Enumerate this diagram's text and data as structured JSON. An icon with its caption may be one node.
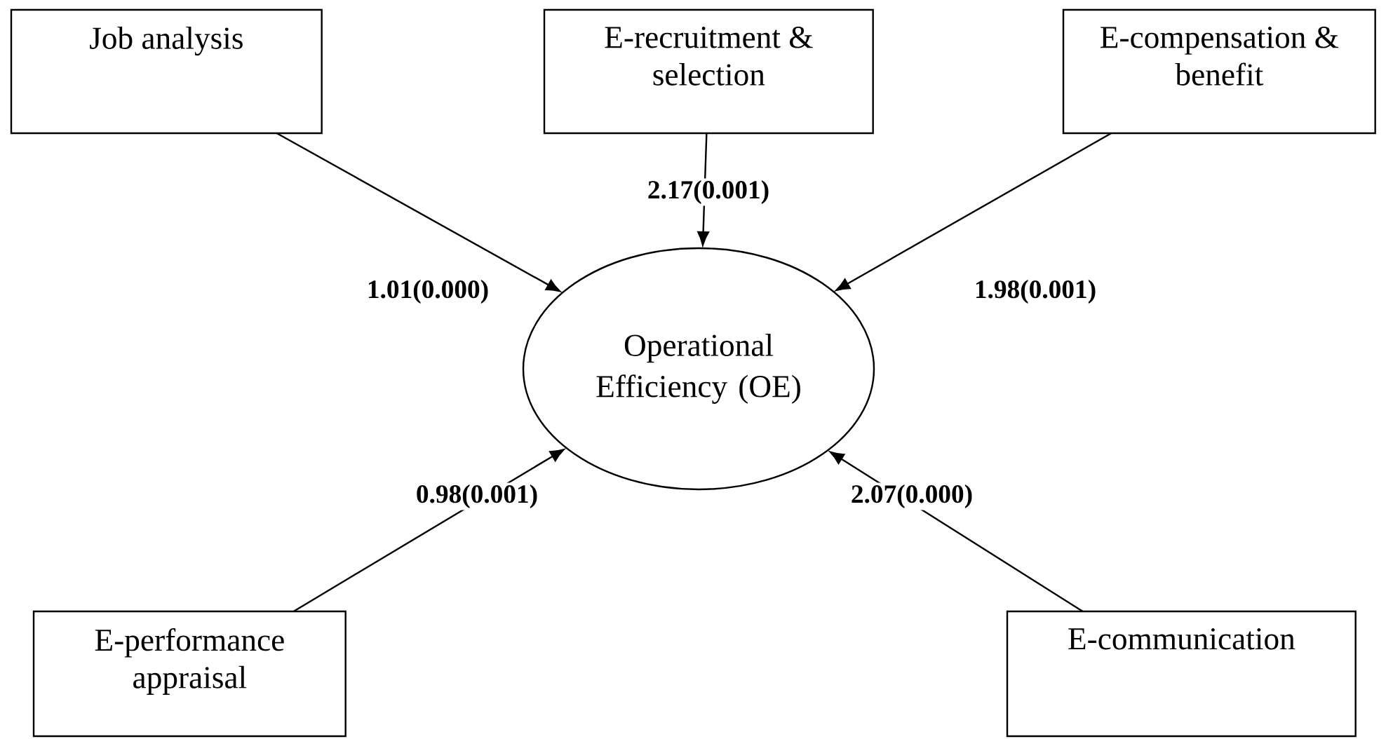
{
  "diagram": {
    "nodes": [
      {
        "text": [
          "Job analysis"
        ]
      },
      {
        "text": [
          "E-recruitment & selection"
        ]
      },
      {
        "text": [
          "E-compensation & benefit"
        ]
      },
      {
        "text": [
          "Operational Efficiency (OE)"
        ]
      },
      {
        "text": [
          "E-performance appraisal"
        ]
      },
      {
        "text": [
          "E-communication"
        ]
      }
    ],
    "edges": [
      {
        "from": 0,
        "to": 3,
        "arrow": "to",
        "label": "1.01(0.000)"
      },
      {
        "from": 1,
        "to": 3,
        "arrow": "to",
        "label": "2.17(0.001)"
      },
      {
        "from": 2,
        "to": 3,
        "arrow": "to",
        "label": "1.98(0.001)"
      },
      {
        "from": 4,
        "to": 3,
        "arrow": "to",
        "label": "0.98(0.001)"
      },
      {
        "from": 5,
        "to": 3,
        "arrow": "to",
        "label": "2.07(0.000)"
      }
    ]
  }
}
